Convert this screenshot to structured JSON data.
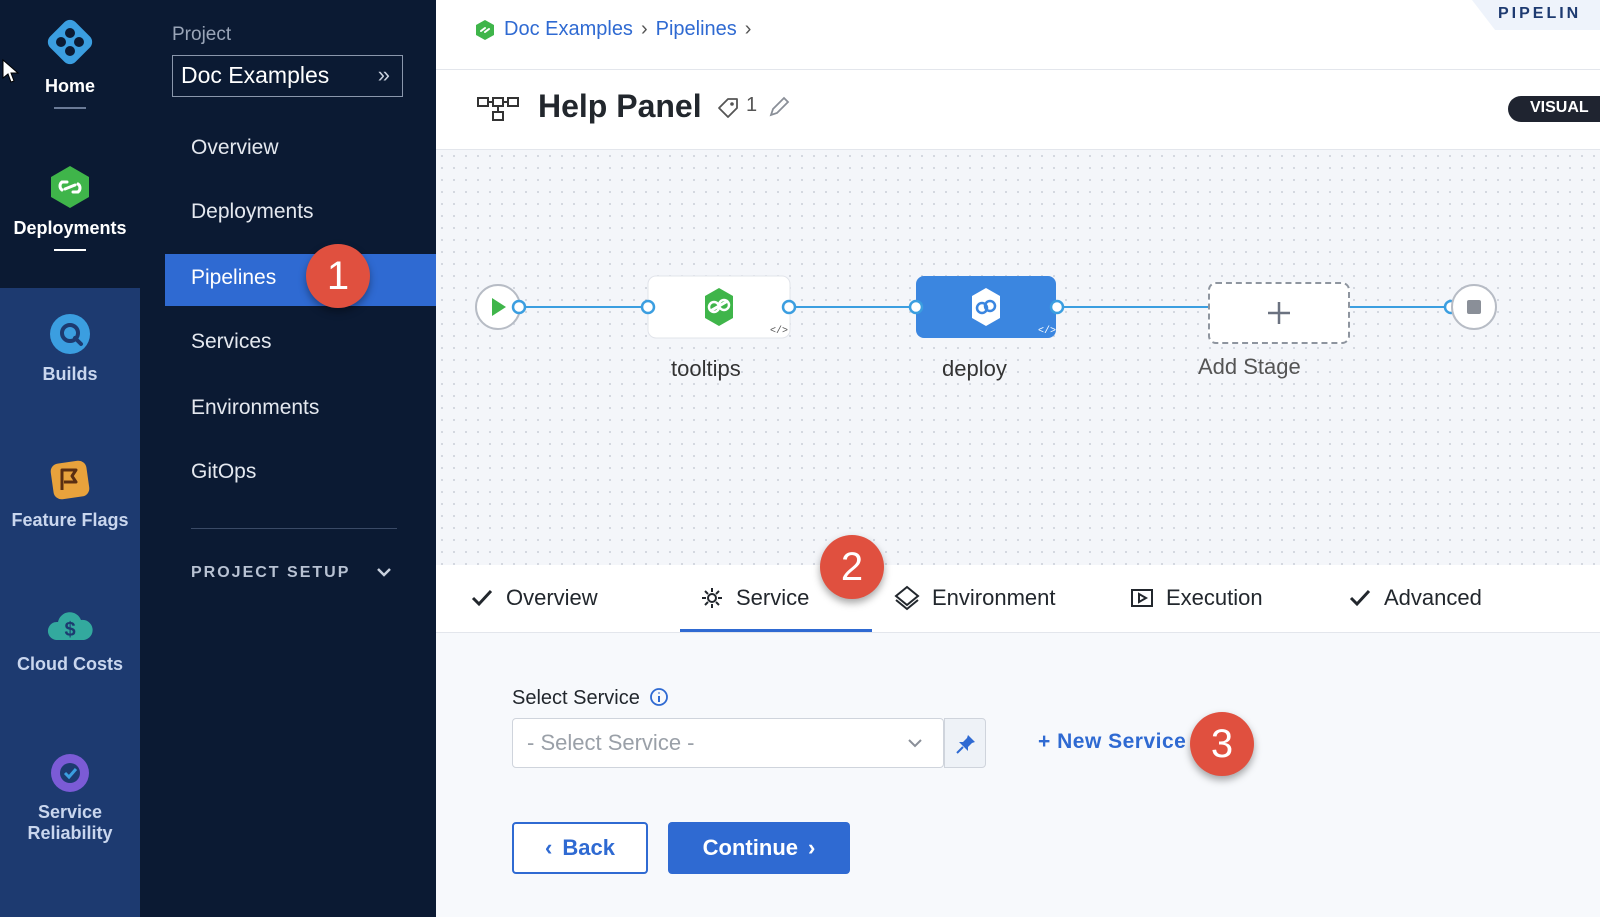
{
  "modules": [
    {
      "label": "Home",
      "icon": "harness-logo-icon"
    },
    {
      "label": "Deployments",
      "icon": "deployments-icon"
    },
    {
      "label": "Builds",
      "icon": "builds-icon"
    },
    {
      "label": "Feature Flags",
      "icon": "feature-flags-icon"
    },
    {
      "label": "Cloud Costs",
      "icon": "cloud-costs-icon"
    },
    {
      "label": "Service Reliability",
      "icon": "service-reliability-icon"
    }
  ],
  "nav": {
    "project_label": "Project",
    "project_name": "Doc Examples",
    "items": [
      "Overview",
      "Deployments",
      "Pipelines",
      "Services",
      "Environments",
      "GitOps"
    ],
    "active": "Pipelines",
    "section": "PROJECT SETUP"
  },
  "breadcrumb": [
    "Doc Examples",
    "Pipelines"
  ],
  "corner_label": "PIPELIN",
  "pipeline": {
    "title": "Help Panel",
    "tag_count": "1",
    "view_mode": "VISUAL"
  },
  "stages": [
    {
      "label": "tooltips"
    },
    {
      "label": "deploy"
    }
  ],
  "add_stage_label": "Add Stage",
  "tabs": [
    {
      "label": "Overview",
      "icon": "check-icon"
    },
    {
      "label": "Service",
      "icon": "gear-icon",
      "active": true
    },
    {
      "label": "Environment",
      "icon": "layers-icon"
    },
    {
      "label": "Execution",
      "icon": "execution-icon"
    },
    {
      "label": "Advanced",
      "icon": "check-icon"
    }
  ],
  "service_form": {
    "label": "Select Service",
    "placeholder": "- Select Service -",
    "new_service": "+ New Service",
    "back": "Back",
    "continue": "Continue"
  },
  "callouts": [
    "1",
    "2",
    "3"
  ],
  "colors": {
    "accent": "#2f6ad2",
    "nav_bg": "#0b1a33",
    "rail_bg": "#1d3a70",
    "callout": "#e0503f",
    "stage_green": "#3fb54a"
  }
}
